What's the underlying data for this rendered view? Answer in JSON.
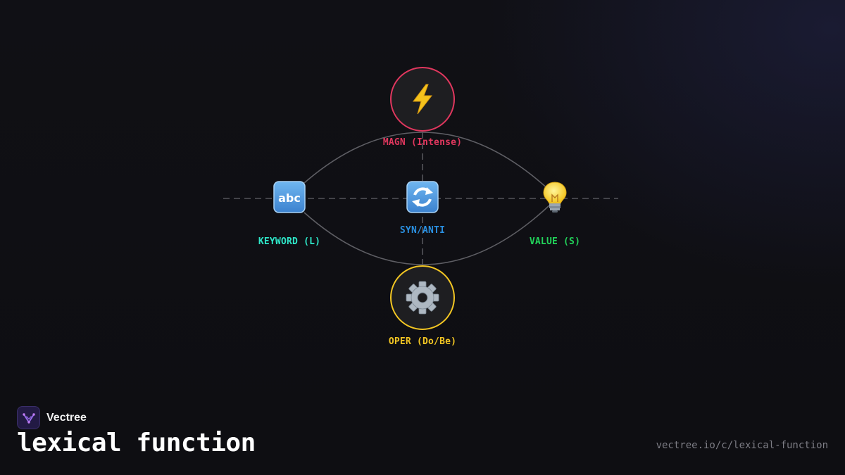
{
  "diagram": {
    "nodes": {
      "magn": {
        "label": "MAGN (Intense)",
        "icon": "lightning-icon",
        "color": "#e0375e"
      },
      "keyword": {
        "label": "KEYWORD (L)",
        "icon": "abc-input-icon",
        "color": "#2ee6c8"
      },
      "synanti": {
        "label": "SYN/ANTI",
        "icon": "cycle-arrows-icon",
        "color": "#2a8fe0"
      },
      "value": {
        "label": "VALUE (S)",
        "icon": "lightbulb-icon",
        "color": "#22d35a"
      },
      "oper": {
        "label": "OPER (Do/Be)",
        "icon": "gear-icon",
        "color": "#f3c623"
      }
    },
    "edge_color": "#5a5a60"
  },
  "footer": {
    "brand": "Vectree",
    "logo_icon": "vectree-logo-icon",
    "title": "lexical function",
    "url": "vectree.io/c/lexical-function"
  }
}
